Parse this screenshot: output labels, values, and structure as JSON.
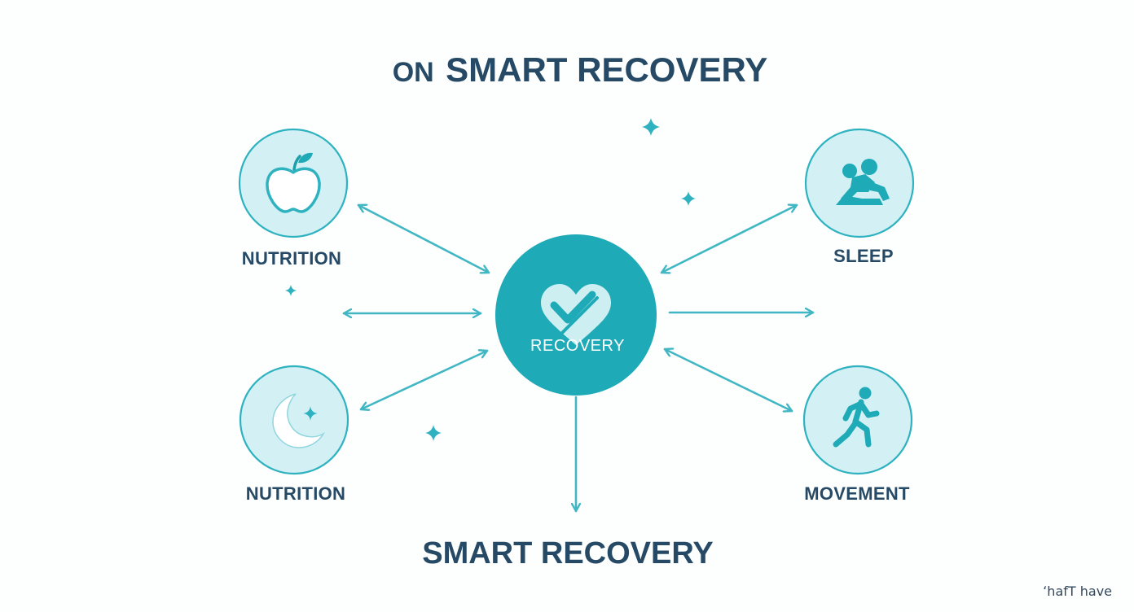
{
  "title_top": {
    "prefix": "ON",
    "main": "SMART RECOVERY"
  },
  "title_bottom": "SMART RECOVERY",
  "center": {
    "label": "RECOVERY",
    "icon": "heart-check-icon"
  },
  "nodes": {
    "top_left": {
      "label": "NUTRITION",
      "icon": "apple-icon"
    },
    "bottom_left": {
      "label": "NUTRITION",
      "icon": "moon-icon"
    },
    "top_right": {
      "label": "SLEEP",
      "icon": "stretching-figure-icon"
    },
    "bottom_right": {
      "label": "MOVEMENT",
      "icon": "running-figure-icon"
    }
  },
  "watermark": "ʻhafT have",
  "colors": {
    "accent": "#1faab7",
    "circle_fill": "#d3f1f5",
    "text_dark": "#264a66",
    "arrow": "#42b7c4"
  }
}
